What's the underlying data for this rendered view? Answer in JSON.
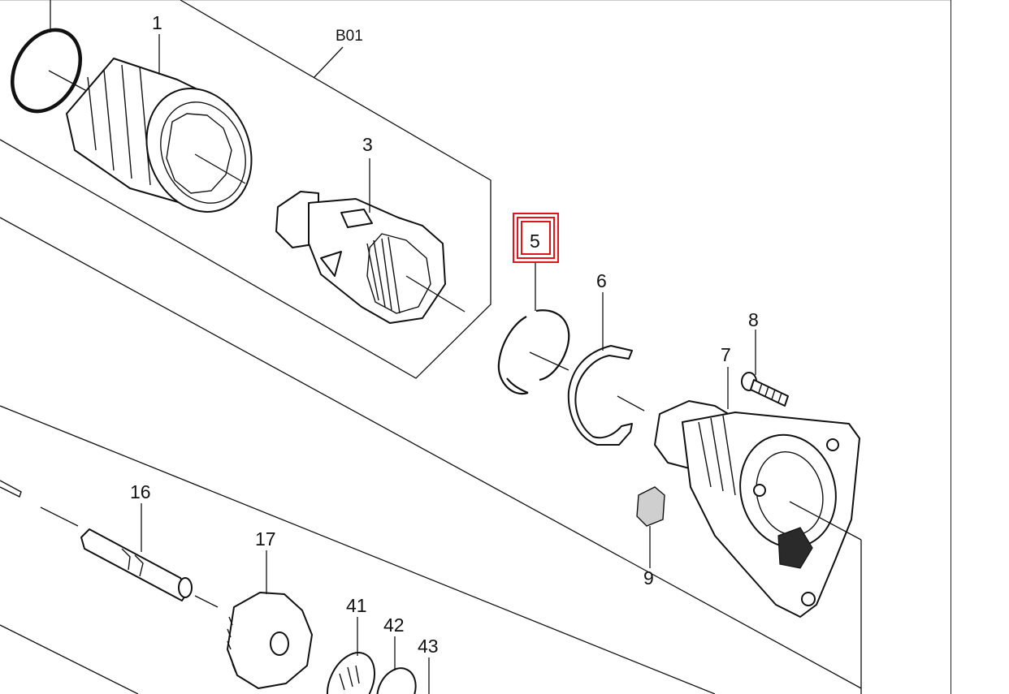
{
  "diagram": {
    "group_label": "B01",
    "highlight_color": "#e0151b",
    "parts": [
      {
        "id": "p1",
        "label": "1"
      },
      {
        "id": "p3",
        "label": "3"
      },
      {
        "id": "p5",
        "label": "5"
      },
      {
        "id": "p6",
        "label": "6"
      },
      {
        "id": "p7",
        "label": "7"
      },
      {
        "id": "p8",
        "label": "8"
      },
      {
        "id": "p9",
        "label": "9"
      },
      {
        "id": "p16",
        "label": "16"
      },
      {
        "id": "p17",
        "label": "17"
      },
      {
        "id": "p41",
        "label": "41"
      },
      {
        "id": "p42",
        "label": "42"
      },
      {
        "id": "p43",
        "label": "43"
      }
    ],
    "selected_part": "5"
  }
}
